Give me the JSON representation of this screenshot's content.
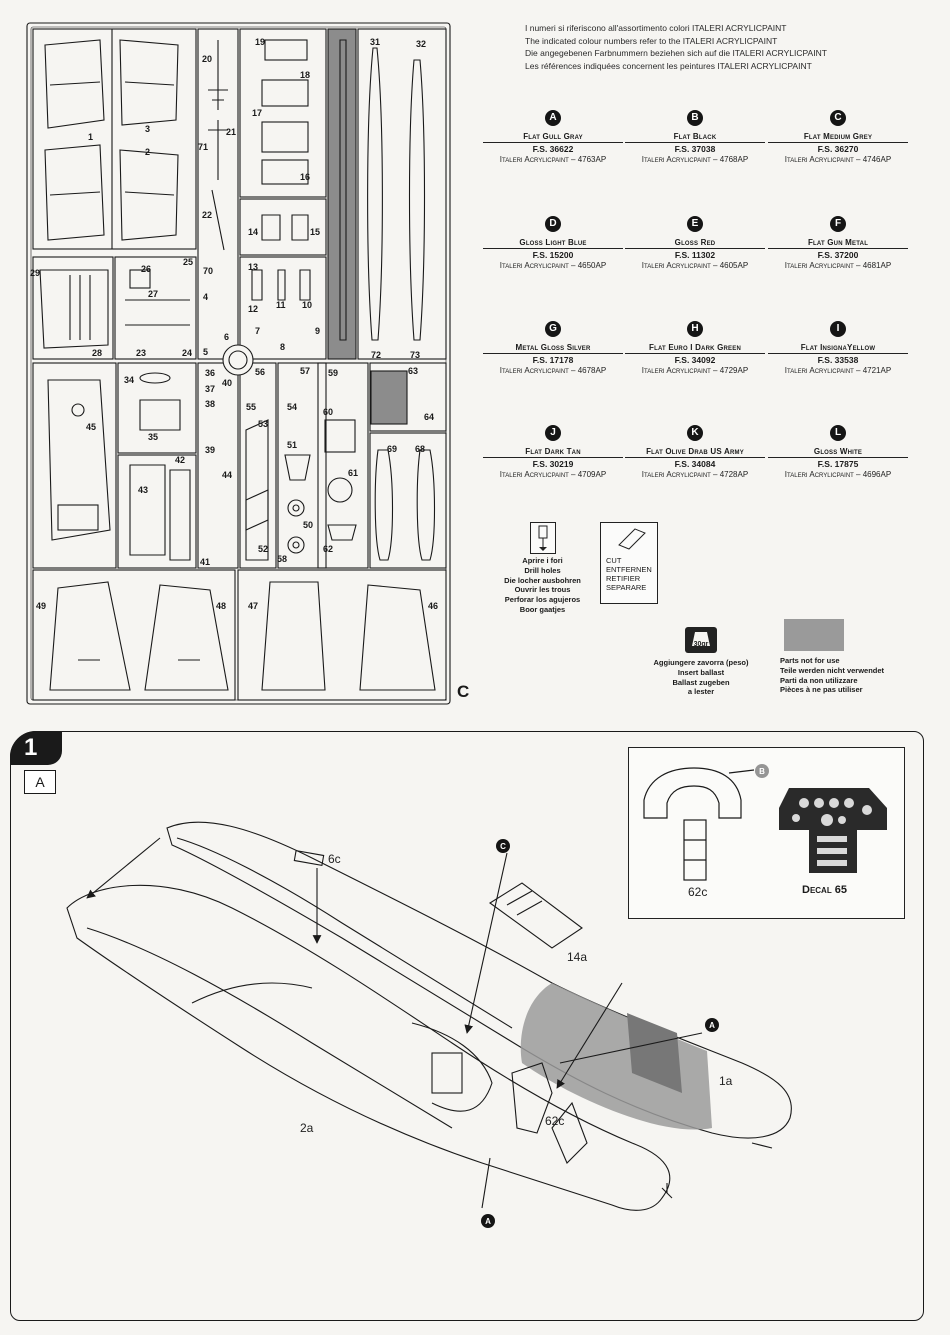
{
  "intro_lines": [
    "I numeri si riferiscono all'assortimento colori ITALERI ACRYLICPAINT",
    "The indicated colour numbers refer to the ITALERI ACRYLICPAINT",
    "Die angegebenen Farbnummern beziehen sich auf die ITALERI ACRYLICPAINT",
    "Les références indiquées concernent les peintures ITALERI ACRYLICPAINT"
  ],
  "colors": [
    {
      "letter": "A",
      "name": "Flat Gull Gray",
      "fs": "F.S. 36622",
      "acrylic": "Italeri Acrylicpaint – 4763AP"
    },
    {
      "letter": "B",
      "name": "Flat Black",
      "fs": "F.S. 37038",
      "acrylic": "Italeri Acrylicpaint – 4768AP"
    },
    {
      "letter": "C",
      "name": "Flat Medium Grey",
      "fs": "F.S. 36270",
      "acrylic": "Italeri Acrylicpaint – 4746AP"
    },
    {
      "letter": "D",
      "name": "Gloss Light Blue",
      "fs": "F.S. 15200",
      "acrylic": "Italeri Acrylicpaint – 4650AP"
    },
    {
      "letter": "E",
      "name": "Gloss Red",
      "fs": "F.S. 11302",
      "acrylic": "Italeri Acrylicpaint – 4605AP"
    },
    {
      "letter": "F",
      "name": "Flat Gun Metal",
      "fs": "F.S. 37200",
      "acrylic": "Italeri Acrylicpaint – 4681AP"
    },
    {
      "letter": "G",
      "name": "Metal Gloss Silver",
      "fs": "F.S. 17178",
      "acrylic": "Italeri Acrylicpaint – 4678AP"
    },
    {
      "letter": "H",
      "name": "Flat Euro I Dark Green",
      "fs": "F.S. 34092",
      "acrylic": "Italeri Acrylicpaint – 4729AP"
    },
    {
      "letter": "I",
      "name": "Flat InsignaYellow",
      "fs": "F.S. 33538",
      "acrylic": "Italeri Acrylicpaint – 4721AP"
    },
    {
      "letter": "J",
      "name": "Flat Dark Tan",
      "fs": "F.S. 30219",
      "acrylic": "Italeri Acrylicpaint – 4709AP"
    },
    {
      "letter": "K",
      "name": "Flat Olive Drab US Army",
      "fs": "F.S. 34084",
      "acrylic": "Italeri Acrylicpaint – 4728AP"
    },
    {
      "letter": "L",
      "name": "Gloss White",
      "fs": "F.S. 17875",
      "acrylic": "Italeri Acrylicpaint – 4696AP"
    }
  ],
  "symbols": {
    "drill": [
      "Aprire i fori",
      "Drill holes",
      "Die locher ausbohren",
      "Ouvrir les trous",
      "Perforar los agujeros",
      "Boor gaatjes"
    ],
    "cut": [
      "CUT",
      "ENTFERNEN",
      "RETIFIER",
      "SEPARARE"
    ],
    "ballast_weight": "30gr",
    "ballast": [
      "Aggiungere zavorra (peso)",
      "Insert ballast",
      "Ballast zugeben",
      "a lester"
    ],
    "not_for_use": [
      "Parts not for use",
      "Teile werden nicht verwendet",
      "Parti da non utilizzare",
      "Pièces à ne pas utiliser"
    ]
  },
  "sprue": {
    "letter": "C",
    "part_numbers": [
      "1",
      "2",
      "3",
      "4",
      "5",
      "6",
      "7",
      "8",
      "9",
      "10",
      "11",
      "12",
      "13",
      "14",
      "15",
      "16",
      "17",
      "18",
      "19",
      "20",
      "21",
      "22",
      "23",
      "24",
      "25",
      "26",
      "27",
      "28",
      "29",
      "31",
      "32",
      "34",
      "35",
      "36",
      "37",
      "38",
      "39",
      "40",
      "41",
      "42",
      "43",
      "44",
      "45",
      "46",
      "47",
      "48",
      "49",
      "50",
      "51",
      "52",
      "53",
      "54",
      "55",
      "56",
      "57",
      "58",
      "59",
      "60",
      "61",
      "62",
      "63",
      "64",
      "68",
      "69",
      "70",
      "71",
      "72",
      "73"
    ]
  },
  "step": {
    "number": "1",
    "sub": "A",
    "callouts": {
      "p6c": "6c",
      "p14a": "14a",
      "p62c_main": "62c",
      "p62c_box": "62c",
      "p1a": "1a",
      "p2a": "2a",
      "decal": "Decal 65"
    },
    "color_refs": {
      "b": "B",
      "c": "C",
      "a_top": "A",
      "a_bottom": "A"
    }
  }
}
